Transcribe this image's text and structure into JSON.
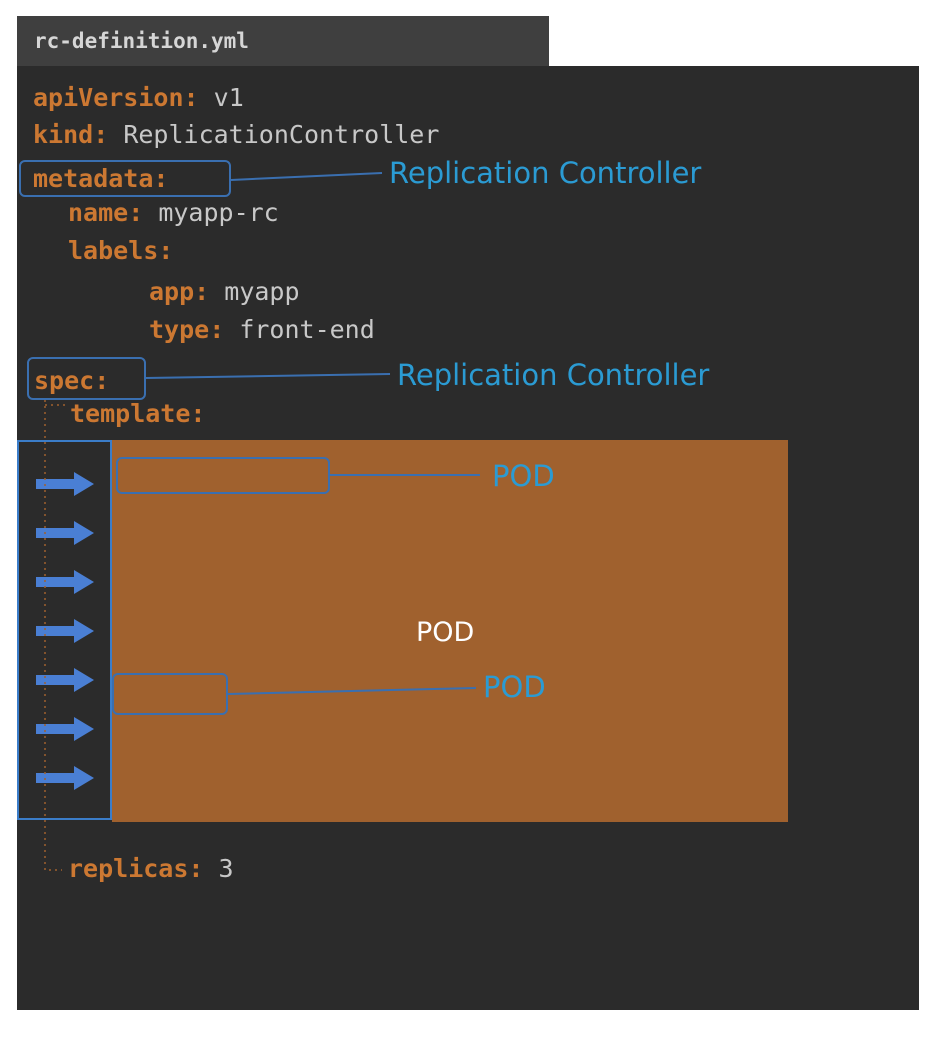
{
  "tab": {
    "filename": "rc-definition.yml"
  },
  "code": {
    "apiVersion_key": "apiVersion:",
    "apiVersion_value": "v1",
    "kind_key": "kind:",
    "kind_value": "ReplicationController",
    "metadata_key": "metadata:",
    "name_key": "name:",
    "name_value": "myapp-rc",
    "labels_key": "labels:",
    "app_key": "app:",
    "app_value": "myapp",
    "type_key": "type:",
    "type_value": "front-end",
    "spec_key": "spec:",
    "template_key": "template:",
    "replicas_key": "replicas:",
    "replicas_value": "3"
  },
  "annotations": {
    "metadata_label": "Replication Controller",
    "spec_label": "Replication Controller",
    "pod_label_top": "POD",
    "pod_label_center": "POD",
    "pod_label_bottom": "POD"
  },
  "colors": {
    "editor_background": "#2b2b2b",
    "tab_background": "#3f3f3f",
    "yaml_key": "#cc7832",
    "yaml_value": "#c8c8c8",
    "annotation_text": "#2b9bd3",
    "pod_block": "#a0612e",
    "arrow": "#4a7fd4",
    "highlight_border": "#3a6fb0"
  },
  "icons": {
    "replica_arrow": "right-arrow-icon"
  }
}
